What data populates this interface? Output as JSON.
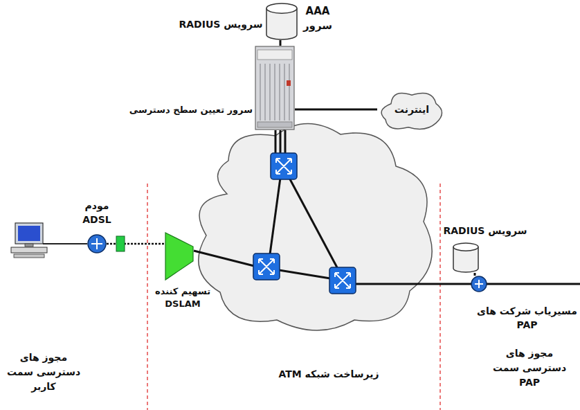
{
  "diagram": {
    "nodes": [
      {
        "text": [
          "AAA سرور",
          "سرویس RADIUS"
        ]
      },
      {
        "text": [
          "سرور تعیین سطح دسترسی"
        ]
      },
      {
        "text": [
          "اینترنت"
        ]
      },
      {
        "text": [
          "مودم ADSL"
        ]
      },
      {
        "text": [
          "تسهیم کننده DSLAM"
        ]
      },
      {
        "text": [
          "سرویس RADIUS"
        ]
      },
      {
        "text": [
          "مسیریاب شرکت های PAP"
        ]
      }
    ],
    "edges": [
      {
        "from": 0,
        "to": 1,
        "arrow": "none"
      },
      {
        "from": 1,
        "to": 2,
        "arrow": "none"
      },
      {
        "from": 3,
        "to": 4,
        "arrow": "none"
      },
      {
        "from": 5,
        "to": 6,
        "arrow": "none"
      }
    ],
    "labels": [
      "زیرساخت شبکه ATM",
      "مجوز های دسترسی سمت کاربر",
      "مجوز های دسترسی سمت PAP"
    ]
  }
}
